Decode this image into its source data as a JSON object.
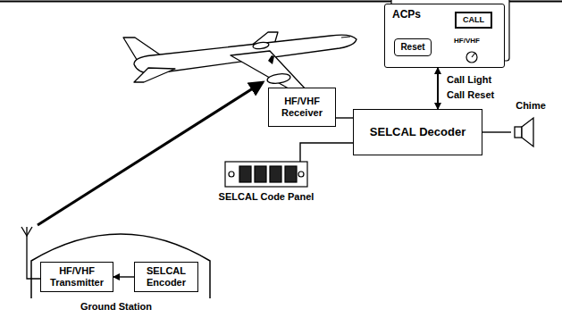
{
  "diagram": {
    "nodes": [
      {
        "text": [
          "ACPs"
        ]
      },
      {
        "text": [
          "CALL"
        ],
        "in": 0
      },
      {
        "text": [
          "Reset"
        ],
        "in": 0
      },
      {
        "text": [
          "HF/VHF Receiver"
        ]
      },
      {
        "text": [
          "SELCAL Decoder"
        ]
      },
      {
        "text": [
          "Chime"
        ]
      },
      {
        "text": [
          "SELCAL Code Panel"
        ]
      },
      {
        "text": [
          "Ground Station"
        ]
      },
      {
        "text": [
          "HF/VHF Transmitter"
        ],
        "in": 7
      },
      {
        "text": [
          "SELCAL Encoder"
        ],
        "in": 7
      }
    ],
    "edges": [
      {
        "from": 4,
        "to": 0,
        "arrow": "both",
        "label": "Call Light"
      },
      {
        "from": 3,
        "to": 4,
        "arrow": "none"
      },
      {
        "from": 6,
        "to": 4,
        "arrow": "none"
      },
      {
        "from": 4,
        "to": 5,
        "arrow": "none"
      },
      {
        "from": 9,
        "to": 8,
        "arrow": "to"
      }
    ],
    "labels": [
      "HF/VHF",
      "Call Reset"
    ]
  }
}
